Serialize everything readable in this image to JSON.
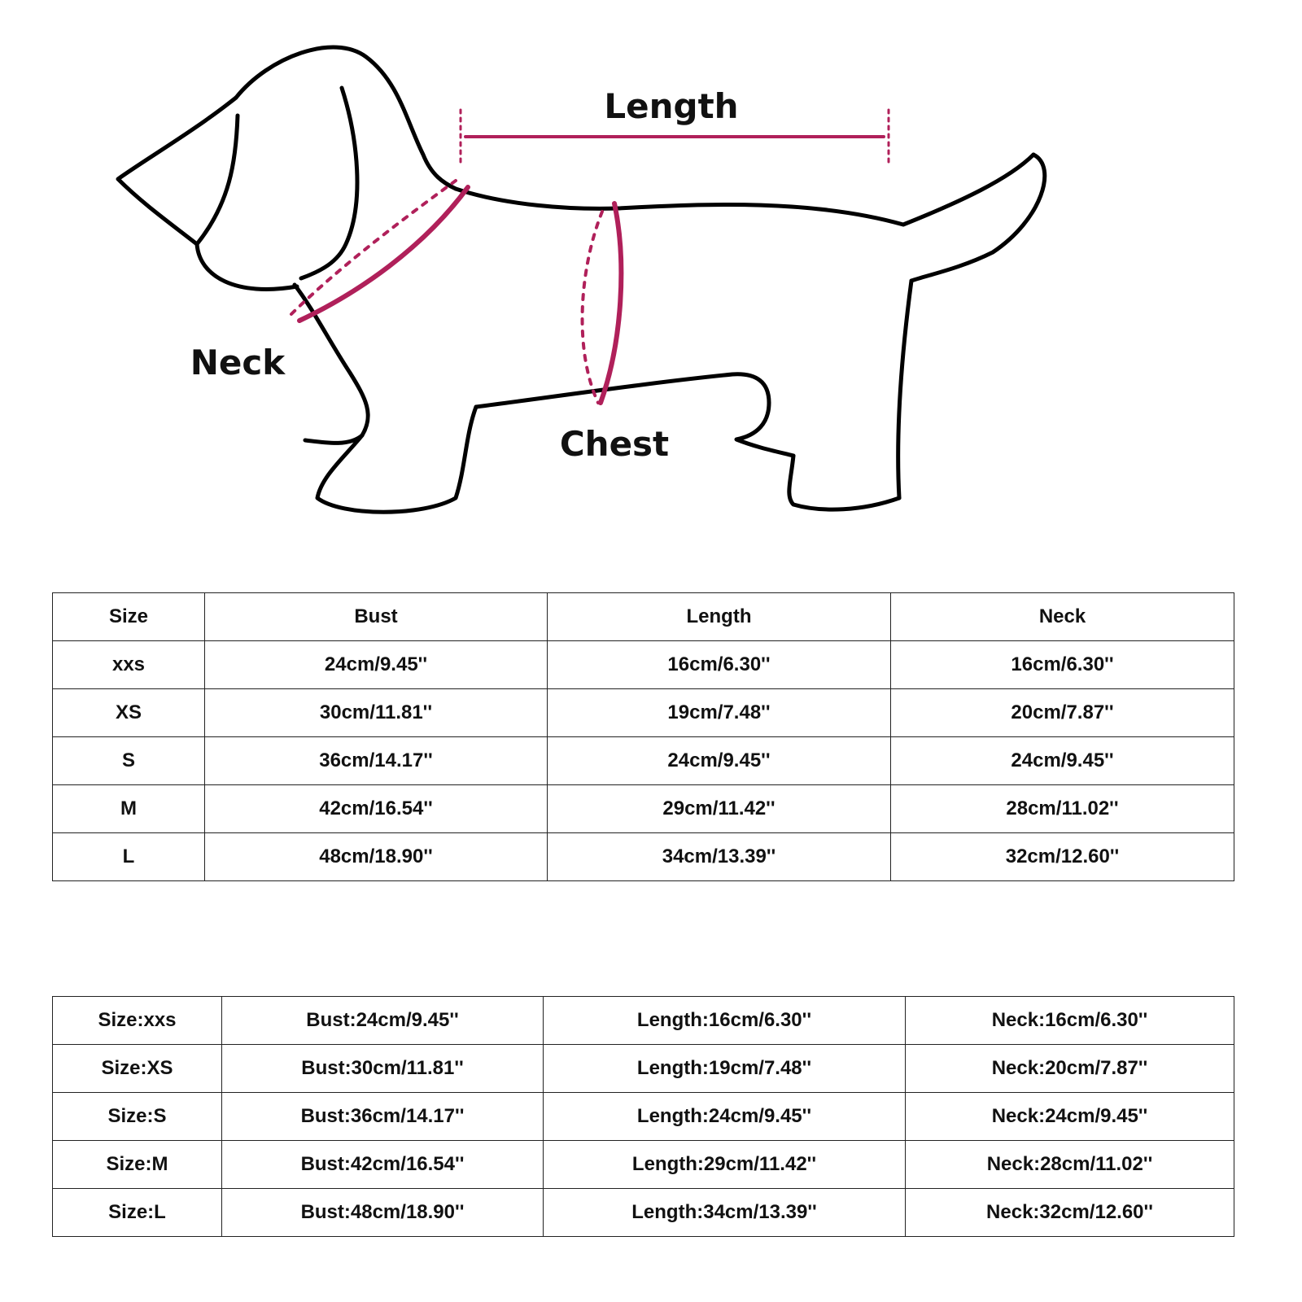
{
  "diagram": {
    "labels": {
      "length": "Length",
      "neck": "Neck",
      "chest": "Chest"
    },
    "accent_color": "#b0205a"
  },
  "table1": {
    "headers": [
      "Size",
      "Bust",
      "Length",
      "Neck"
    ],
    "rows": [
      [
        "xxs",
        "24cm/9.45''",
        "16cm/6.30''",
        "16cm/6.30''"
      ],
      [
        "XS",
        "30cm/11.81''",
        "19cm/7.48''",
        "20cm/7.87''"
      ],
      [
        "S",
        "36cm/14.17''",
        "24cm/9.45''",
        "24cm/9.45''"
      ],
      [
        "M",
        "42cm/16.54''",
        "29cm/11.42''",
        "28cm/11.02''"
      ],
      [
        "L",
        "48cm/18.90''",
        "34cm/13.39''",
        "32cm/12.60''"
      ]
    ]
  },
  "table2": {
    "rows": [
      [
        "Size:xxs",
        "Bust:24cm/9.45''",
        "Length:16cm/6.30''",
        "Neck:16cm/6.30''"
      ],
      [
        "Size:XS",
        "Bust:30cm/11.81''",
        "Length:19cm/7.48''",
        "Neck:20cm/7.87''"
      ],
      [
        "Size:S",
        "Bust:36cm/14.17''",
        "Length:24cm/9.45''",
        "Neck:24cm/9.45''"
      ],
      [
        "Size:M",
        "Bust:42cm/16.54''",
        "Length:29cm/11.42''",
        "Neck:28cm/11.02''"
      ],
      [
        "Size:L",
        "Bust:48cm/18.90''",
        "Length:34cm/13.39''",
        "Neck:32cm/12.60''"
      ]
    ]
  }
}
